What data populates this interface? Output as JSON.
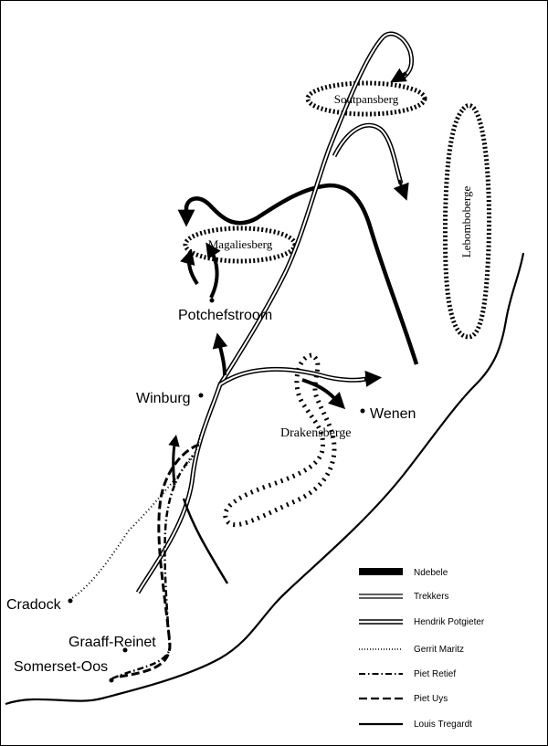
{
  "places": {
    "soutpansberg": "Soutpansberg",
    "lebomboberge": "Lebomboberge",
    "magaliesberg": "Magaliesberg",
    "potchefstroom": "Potchefstroom",
    "winburg": "Winburg",
    "wenen": "Wenen",
    "drakensberge": "Drakensberge",
    "cradock": "Cradock",
    "graaff_reinet": "Graaff-Reinet",
    "somerset_oos": "Somerset-Oos"
  },
  "legend": {
    "items": [
      {
        "label": "Ndebele",
        "style": "thick-bar"
      },
      {
        "label": "Trekkers",
        "style": "double-line"
      },
      {
        "label": "Hendrik Potgieter",
        "style": "double-line-thin"
      },
      {
        "label": "Gerrit Maritz",
        "style": "dotted"
      },
      {
        "label": "Piet Retief",
        "style": "dash-dot"
      },
      {
        "label": "Piet Uys",
        "style": "dashed"
      },
      {
        "label": "Louis Tregardt",
        "style": "solid"
      }
    ]
  },
  "colors": {
    "ink": "#000000",
    "paper": "#ffffff"
  }
}
